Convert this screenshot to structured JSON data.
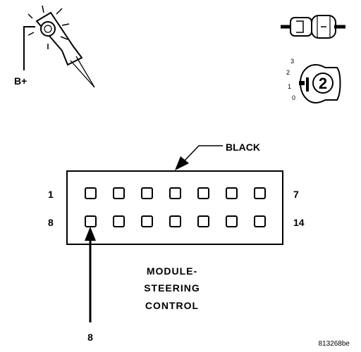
{
  "test_light": {
    "icon": "test-light-probe-icon",
    "supply_label": "B+"
  },
  "ignition": {
    "connector_icon": "connector-plug-icon",
    "key_icon": "ignition-key-icon",
    "key_label": "2",
    "positions": [
      "3",
      "2",
      "1",
      "0"
    ]
  },
  "connector": {
    "color_label": "BLACK",
    "pin_start_top": "1",
    "pin_end_top": "7",
    "pin_start_bottom": "8",
    "pin_end_bottom": "14",
    "pins_per_row": 7,
    "rows": 2,
    "probed_pin_label": "8"
  },
  "component_label": [
    "MODULE-",
    "STEERING",
    "CONTROL"
  ],
  "figure_id": "813268be"
}
